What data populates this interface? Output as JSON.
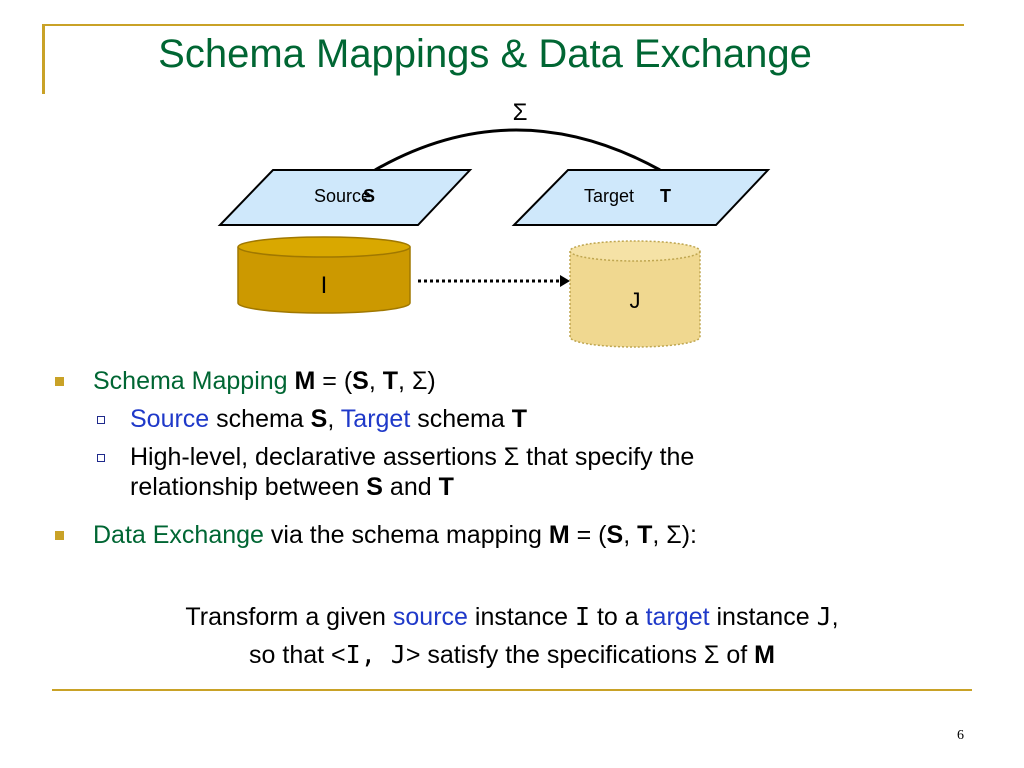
{
  "slide": {
    "title": "Schema Mappings & Data Exchange",
    "page_number": "6"
  },
  "diagram": {
    "sigma": "Σ",
    "source_label": "Source",
    "source_symbol": "S",
    "target_label": "Target",
    "target_symbol": "T",
    "instance_i": "I",
    "instance_j": "J",
    "colors": {
      "schema_fill": "#cfe8fb",
      "instance_i_fill": "#cc9900",
      "instance_j_fill": "#f0d890",
      "accent": "#c9a227",
      "title_green": "#006633",
      "link_blue": "#1f39c9"
    }
  },
  "bullets": {
    "b1": {
      "lead": "Schema Mapping",
      "M": "M",
      "eq_open": " = (",
      "S": "S",
      "comma1": ", ",
      "T": "T",
      "close": ", Σ)"
    },
    "sub1": {
      "source": "Source",
      "schema1": " schema ",
      "S": "S",
      "comma": ", ",
      "target": "Target",
      "schema2": " schema ",
      "T": "T"
    },
    "sub2": {
      "line1": "High-level, declarative assertions Σ that specify the",
      "line2_pre": "relationship between ",
      "S": "S",
      "and": " and ",
      "T": "T"
    },
    "b2": {
      "lead": "Data Exchange",
      "rest": " via the schema mapping ",
      "M": "M",
      "eq_open": " = (",
      "S": "S",
      "comma1": ", ",
      "T": "T",
      "close": ", Σ):"
    }
  },
  "transform": {
    "l1_a": "Transform a given ",
    "l1_source": "source",
    "l1_b": " instance ",
    "l1_I": "I",
    "l1_c": " to a ",
    "l1_target": "target",
    "l1_d": " instance ",
    "l1_J": "J",
    "l1_e": ",",
    "l2_a": "so that <",
    "l2_IJ": "I, J",
    "l2_b": "> satisfy the specifications Σ of ",
    "l2_M": "M"
  }
}
